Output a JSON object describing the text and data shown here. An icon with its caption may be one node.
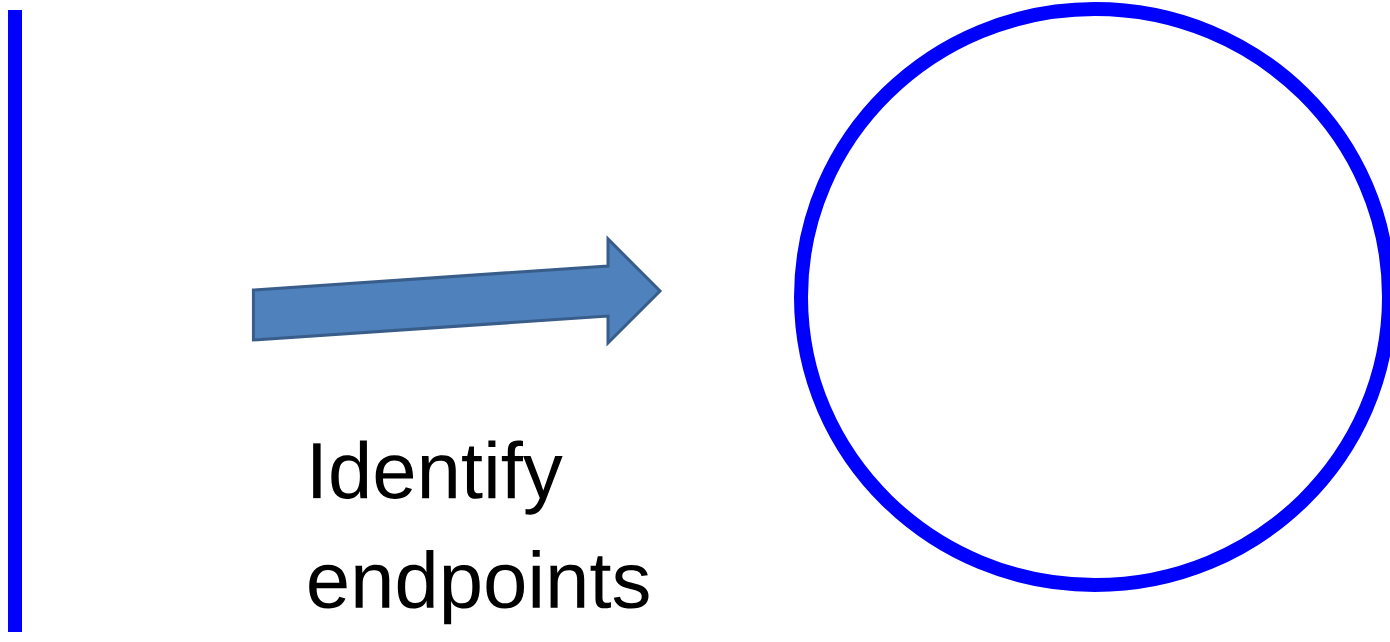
{
  "diagram": {
    "nodes": [
      {
        "text": [],
        "shape": "line"
      },
      {
        "text": [],
        "shape": "circle"
      }
    ],
    "edges": [
      {
        "from": 0,
        "to": 1,
        "arrow": "to",
        "label": "Identify endpoints"
      }
    ]
  }
}
